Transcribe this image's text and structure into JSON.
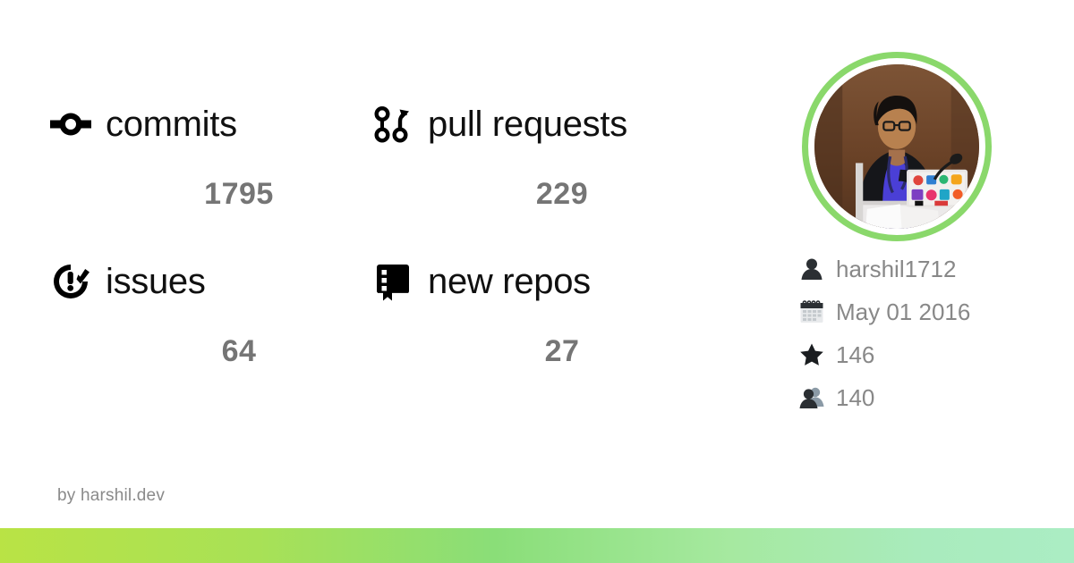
{
  "theme": {
    "accent_green": "#8ad86b",
    "label_color": "#101010",
    "value_color": "#757575",
    "meta_color": "#888888",
    "footer_color": "#8a8a8a",
    "bar_gradient_start": "#b9e345",
    "bar_gradient_end": "#abedc4",
    "background": "#ffffff"
  },
  "stats": [
    {
      "icon": "git-commit-icon",
      "label": "commits",
      "value": "1795"
    },
    {
      "icon": "git-pull-request-icon",
      "label": "pull requests",
      "value": "229"
    },
    {
      "icon": "issue-closed-icon",
      "label": "issues",
      "value": "64"
    },
    {
      "icon": "repo-icon",
      "label": "new repos",
      "value": "27"
    }
  ],
  "profile": {
    "avatar": {
      "icon": "avatar-photo",
      "alt": "harshil1712 speaking at a podium with a sticker-covered laptop"
    },
    "meta": [
      {
        "icon": "person-icon",
        "text": "harshil1712"
      },
      {
        "icon": "calendar-icon",
        "text": "May 01 2016"
      },
      {
        "icon": "star-icon",
        "text": "146"
      },
      {
        "icon": "people-icon",
        "text": "140"
      }
    ]
  },
  "footer": {
    "credit": "by harshil.dev"
  }
}
